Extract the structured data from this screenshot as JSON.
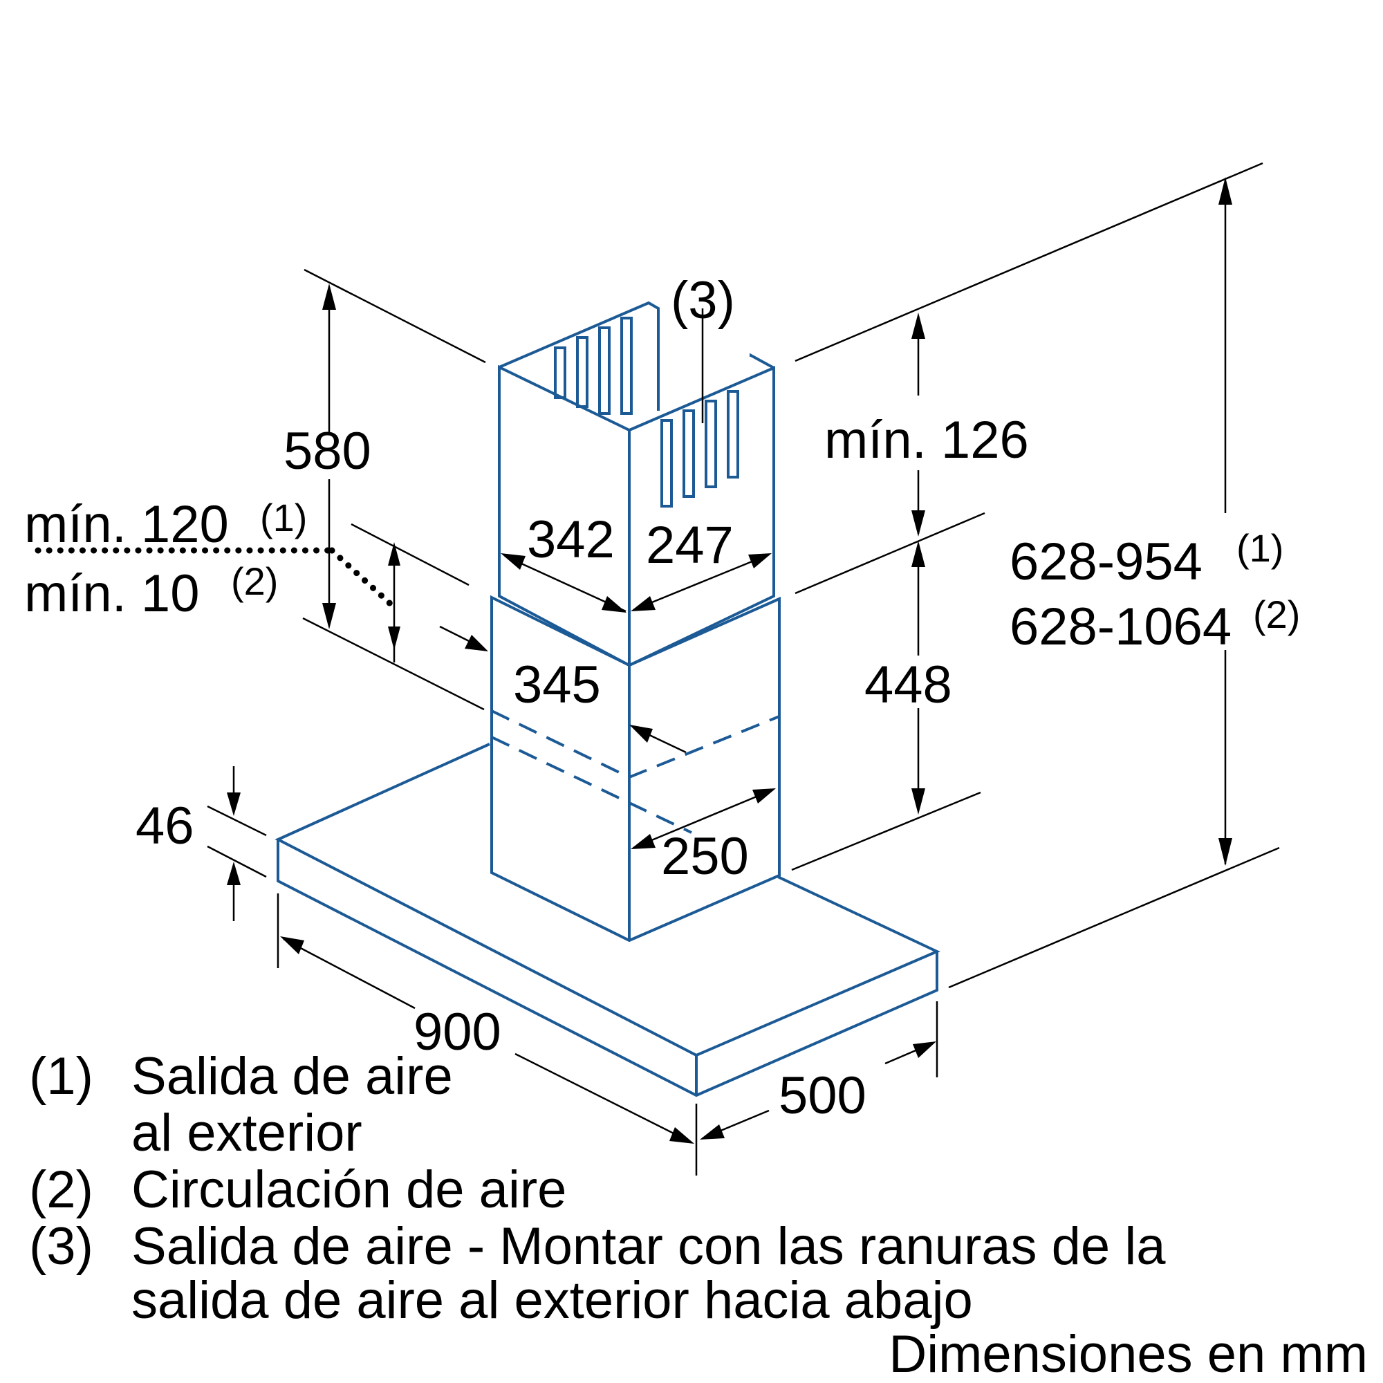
{
  "colors": {
    "outline": "#1c5a96",
    "lines": "#000000",
    "background": "#ffffff"
  },
  "labels": {
    "callout3": "(3)",
    "d580": "580",
    "min126": "mín. 126",
    "min120": "mín. 120",
    "min120_ref": "(1)",
    "min10": "mín. 10",
    "min10_ref": "(2)",
    "d342": "342",
    "d247": "247",
    "d345": "345",
    "d448": "448",
    "range1": "628-954",
    "range1_ref": "(1)",
    "range2": "628-1064",
    "range2_ref": "(2)",
    "d46": "46",
    "d250": "250",
    "d900": "900",
    "d500": "500"
  },
  "legend": {
    "item1_num": "(1)",
    "item1_line1": "Salida de aire",
    "item1_line2": "al exterior",
    "item2_num": "(2)",
    "item2_line1": "Circulación de aire",
    "item3_num": "(3)",
    "item3_line1": "Salida de aire - Montar con las ranuras de la",
    "item3_line2": "salida de aire al exterior hacia abajo"
  },
  "units_note": "Dimensiones en mm"
}
